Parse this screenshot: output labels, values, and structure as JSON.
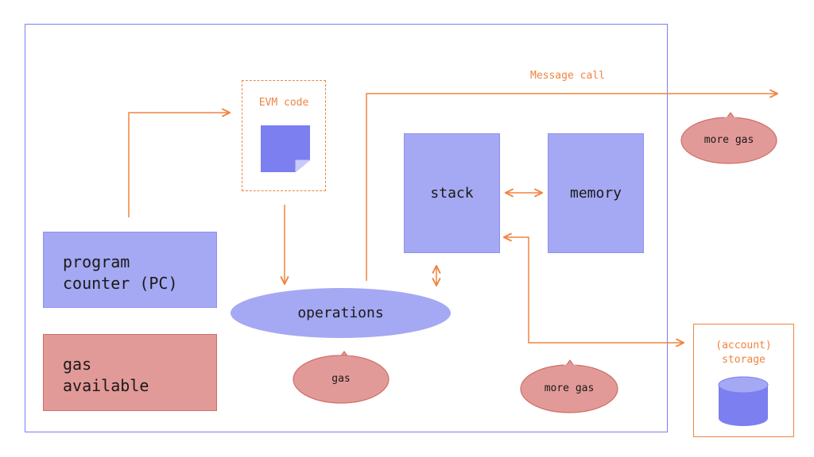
{
  "diagram": {
    "program_counter": "program\ncounter (PC)",
    "gas_available": "gas\navailable",
    "evm_code": "EVM code",
    "operations": "operations",
    "stack": "stack",
    "memory": "memory",
    "message_call": "Message call",
    "storage": "(account)\nstorage",
    "gas_bubble": "gas",
    "more_gas_bottom": "more gas",
    "more_gas_right": "more gas"
  },
  "colors": {
    "purple": "#a5a8f2",
    "dark_purple": "#7b7ff0",
    "red": "#e29a98",
    "orange": "#f0843e"
  }
}
